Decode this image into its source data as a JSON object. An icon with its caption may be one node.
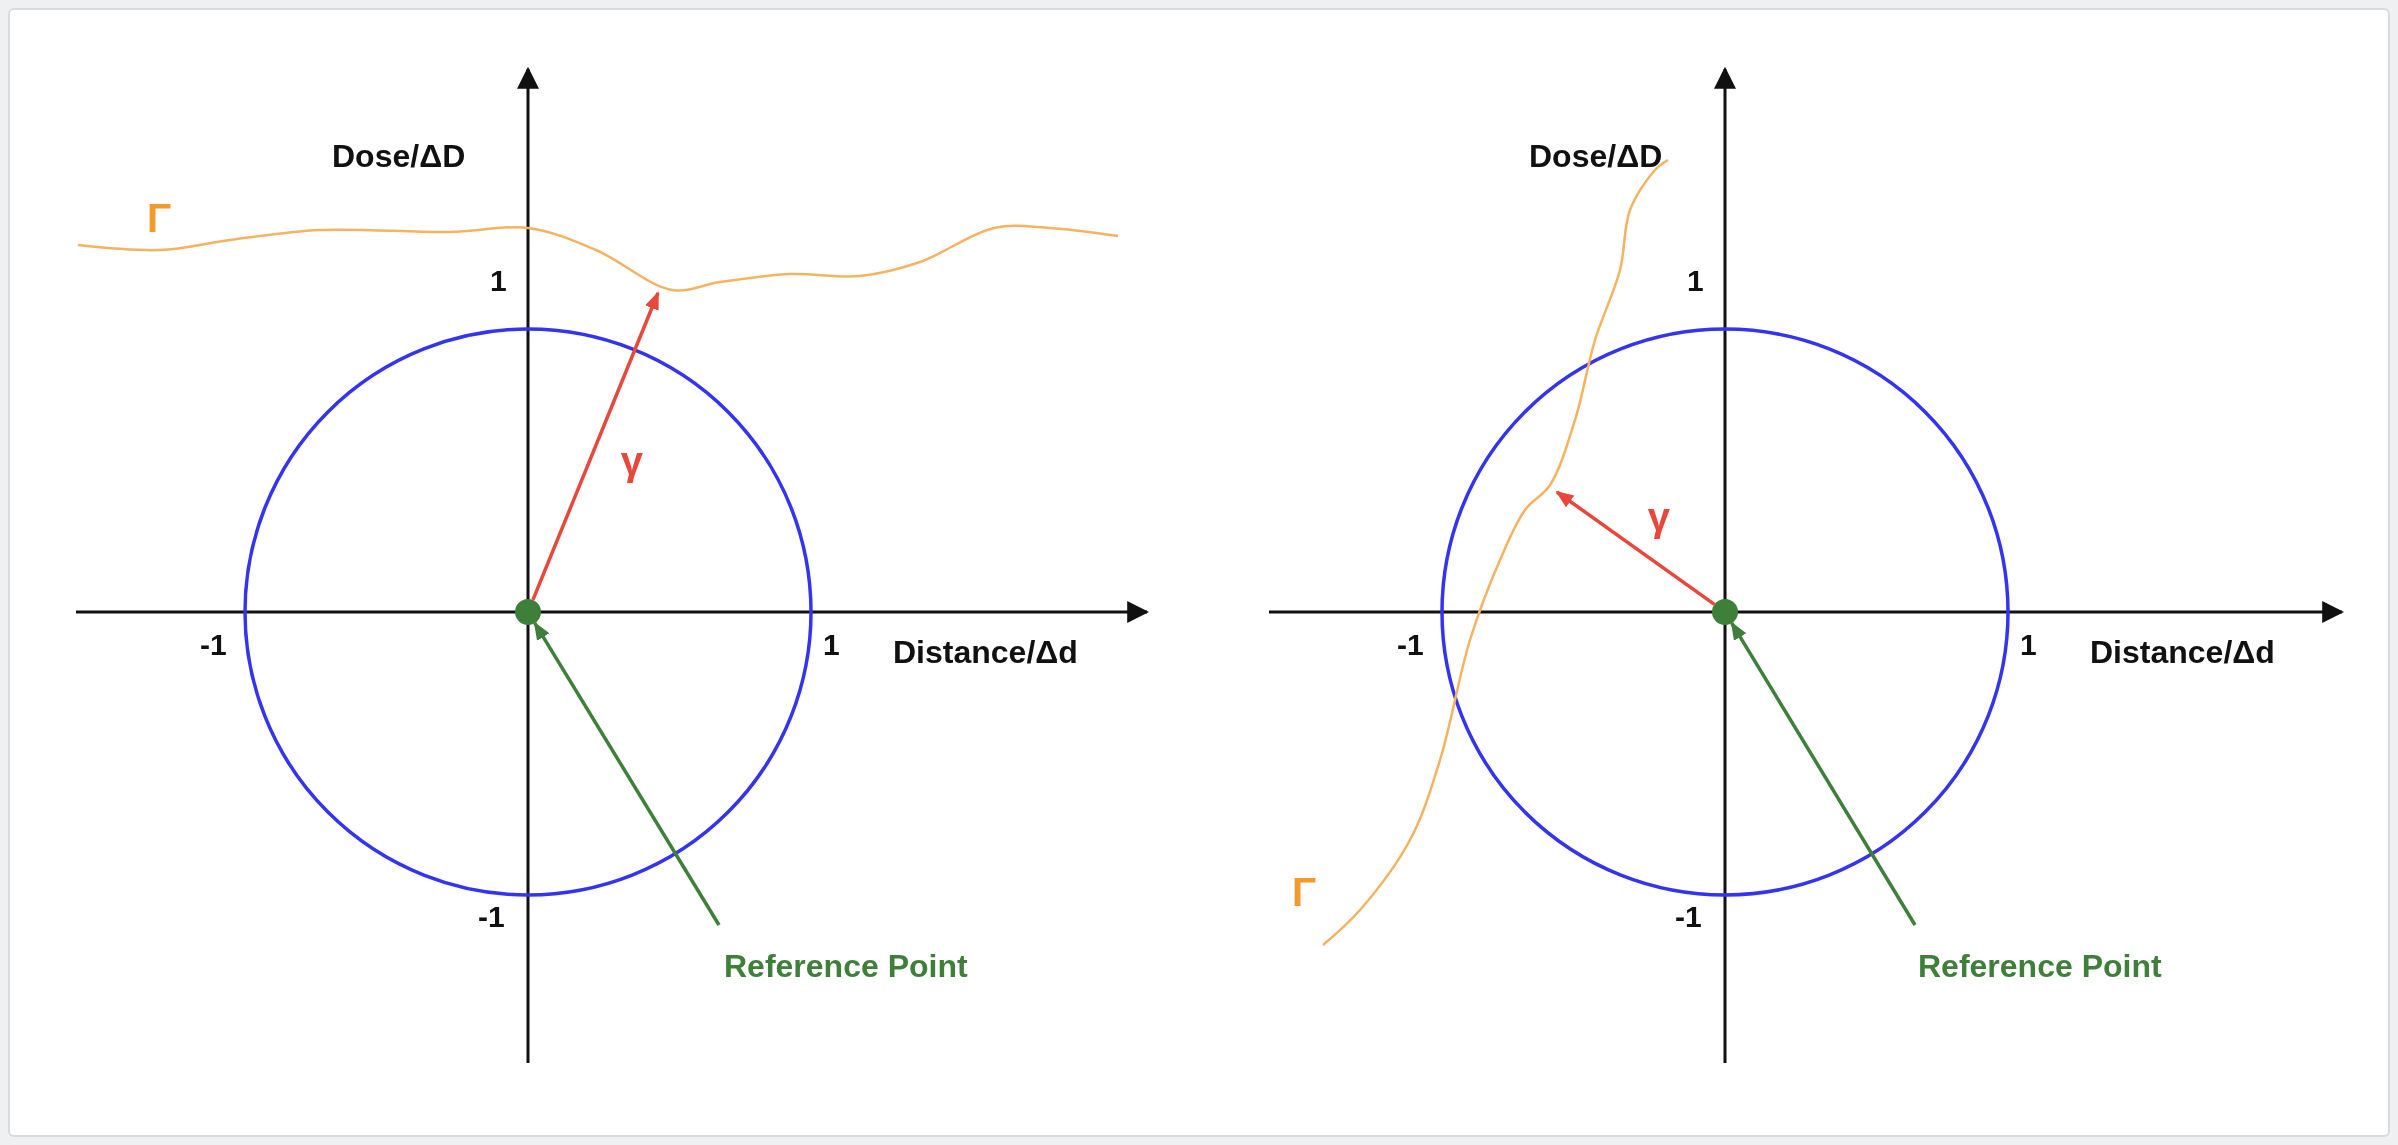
{
  "diagram": {
    "nodes": [
      {
        "text": [],
        "shape": "circle"
      },
      {
        "text": [
          "Reference Point"
        ]
      },
      {
        "text": [],
        "shape": "curve",
        "beside": [
          "Γ"
        ]
      },
      {
        "text": [],
        "shape": "circle"
      },
      {
        "text": [
          "Reference Point"
        ]
      },
      {
        "text": [],
        "shape": "curve",
        "beside": [
          "Γ"
        ]
      }
    ],
    "edges": [
      {
        "from": 1,
        "to": 0,
        "arrow": "to",
        "color": "#3e7f3a"
      },
      {
        "from": 0,
        "to": 2,
        "arrow": "to",
        "label": "γ",
        "color": "#e8473b"
      },
      {
        "from": 4,
        "to": 3,
        "arrow": "to",
        "color": "#3e7f3a"
      },
      {
        "from": 3,
        "to": 5,
        "arrow": "to",
        "label": "γ",
        "color": "#e8473b"
      }
    ],
    "labels": [
      "Dose/ΔD",
      "1",
      "-1",
      "1",
      "Distance/Δd",
      "-1",
      "Dose/ΔD",
      "1",
      "-1",
      "1",
      "Distance/Δd",
      "-1"
    ]
  }
}
